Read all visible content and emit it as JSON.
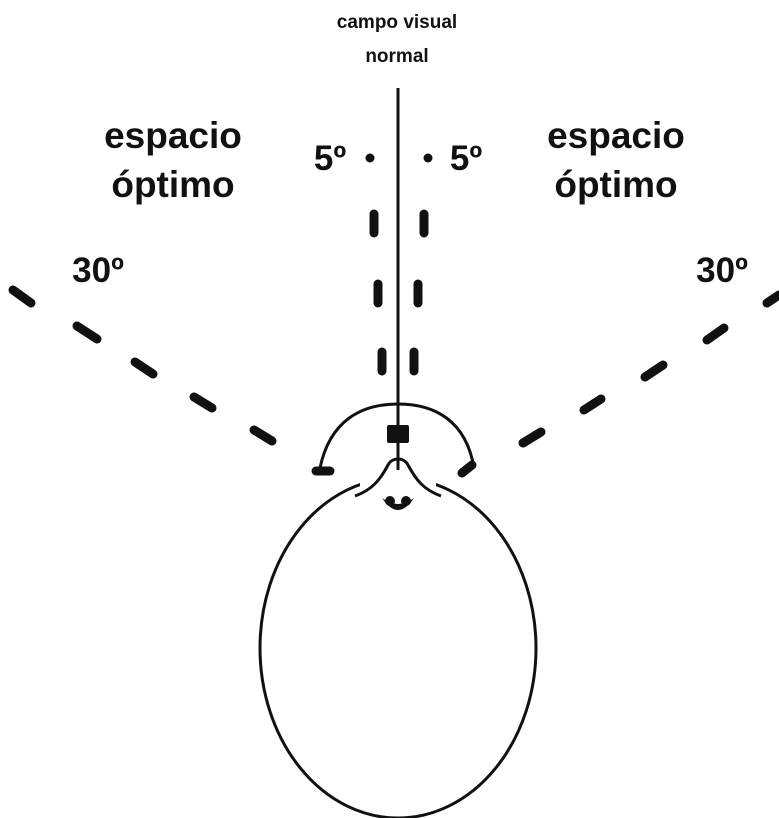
{
  "labels": {
    "center_title_line1": "campo visual",
    "center_title_line2": "normal",
    "left_zone_line1": "espacio",
    "left_zone_line2": "óptimo",
    "right_zone_line1": "espacio",
    "right_zone_line2": "óptimo",
    "left_inner_angle": "5º",
    "right_inner_angle": "5º",
    "left_outer_angle": "30º",
    "right_outer_angle": "30º"
  },
  "colors": {
    "ink": "#111111",
    "background": "#ffffff"
  }
}
